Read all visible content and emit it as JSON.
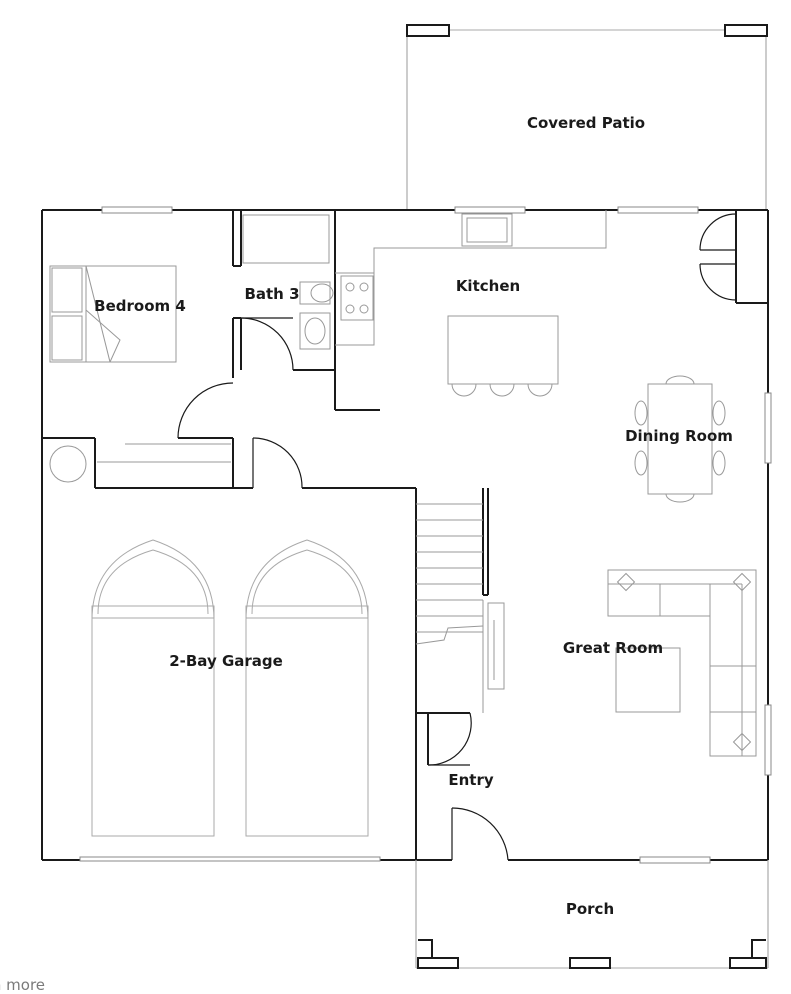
{
  "rooms": {
    "covered_patio": "Covered Patio",
    "kitchen": "Kitchen",
    "bedroom_4": "Bedroom 4",
    "bath_3": "Bath 3",
    "dining_room": "Dining Room",
    "great_room": "Great Room",
    "garage": "2-Bay Garage",
    "entry": "Entry",
    "porch": "Porch"
  },
  "footer": {
    "link_text": "rn more"
  }
}
